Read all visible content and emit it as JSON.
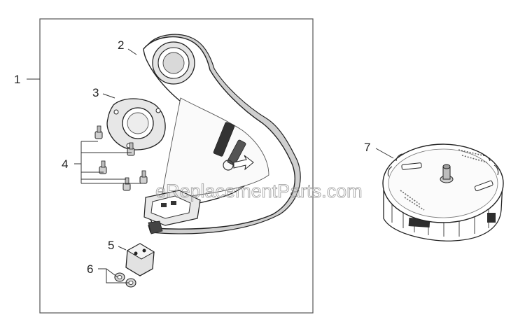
{
  "callouts": {
    "c1": "1",
    "c2": "2",
    "c3": "3",
    "c4": "4",
    "c5": "5",
    "c6": "6",
    "c7": "7"
  },
  "watermark": "eReplacementParts.com",
  "colors": {
    "line": "#222222",
    "frame": "#555555",
    "shade": "#d6d6d6",
    "shade_dark": "#a8a8a8",
    "watermark": "#9a9a9a"
  }
}
